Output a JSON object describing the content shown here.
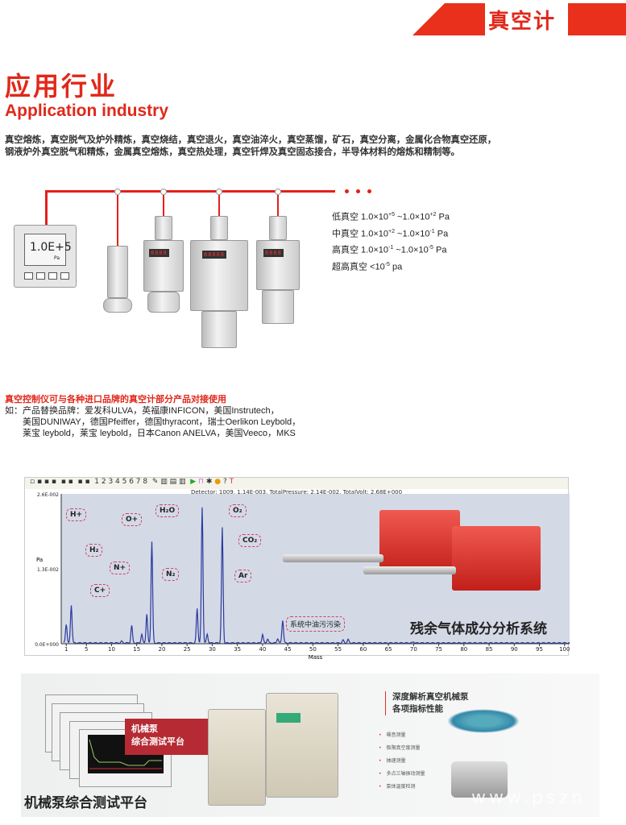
{
  "header": {
    "section_title": "真空计"
  },
  "application": {
    "title_cn": "应用行业",
    "title_en": "Application industry",
    "intro_line1": "真空熔炼，真空脱气及炉外精炼，真空烧结，真空退火，真空油淬火，真空蒸馏，矿石，真空分离，金属化合物真空还原，",
    "intro_line2": "钢液炉外真空脱气和精炼，金属真空熔炼，真空热处理，真空钎焊及真空固态接合，半导体材料的熔炼和精制等。"
  },
  "controller": {
    "display_value": "1.0E+5",
    "display_unit": "Pa"
  },
  "ranges": [
    {
      "label": "低真空",
      "text": "1.0×10",
      "e1": "+5",
      "mid": " ~1.0×10",
      "e2": "+2",
      "unit": " Pa"
    },
    {
      "label": "中真空",
      "text": "1.0×10",
      "e1": "+2",
      "mid": " ~1.0×10",
      "e2": "-1",
      "unit": " Pa"
    },
    {
      "label": "高真空",
      "text": "1.0×10",
      "e1": "-1",
      "mid": " ~1.0×10",
      "e2": "-5",
      "unit": " Pa"
    },
    {
      "label": "超高真空",
      "text": " <10",
      "e1": "-5",
      "mid": "",
      "e2": "",
      "unit": " pa"
    }
  ],
  "compat": {
    "heading": "真空控制仪可与各种进口品牌的真空计部分产品对接使用",
    "line1": "如：产品替换品牌：爱发科ULVA，英福康INFICON，美国Instrutech，",
    "line2": "美国DUNIWAY，德国Pfeiffer，德国thyracont，瑞士Oerlikon Leybold，",
    "line3": "莱宝 leybold，莱宝 leybold，日本Canon ANELVA，美国Veeco，MKS"
  },
  "rga": {
    "toolbar_numbers": "1 2 3 4 5 6 7 8",
    "status": "Detector: 1009, 1.14E-003, TotalPressure: 2.14E-002, TotalVolt: 2.68E+000",
    "system_name": "残余气体成分分析系统",
    "contamination_label": "系统中油污污染",
    "callouts": [
      "H+",
      "H₂",
      "C+",
      "N+",
      "O+",
      "H₂O",
      "N₂",
      "O₂",
      "CO₂",
      "Ar"
    ]
  },
  "chart_data": {
    "type": "line",
    "title": "",
    "xlabel": "Mass",
    "ylabel": "Pa",
    "xlim": [
      0,
      101
    ],
    "ylim": [
      0,
      0.026
    ],
    "y_tick_labels": [
      "0.0E+000",
      "1.3E-002",
      "2.6E-002"
    ],
    "x_ticks": [
      1,
      5,
      10,
      15,
      20,
      25,
      30,
      35,
      40,
      45,
      50,
      55,
      60,
      65,
      70,
      75,
      80,
      85,
      90,
      95,
      100
    ],
    "peaks": [
      {
        "mass": 1,
        "value": 0.0033
      },
      {
        "mass": 2,
        "value": 0.0066
      },
      {
        "mass": 12,
        "value": 0.0003
      },
      {
        "mass": 14,
        "value": 0.003
      },
      {
        "mass": 16,
        "value": 0.0015
      },
      {
        "mass": 17,
        "value": 0.005
      },
      {
        "mass": 18,
        "value": 0.0176
      },
      {
        "mass": 27,
        "value": 0.006
      },
      {
        "mass": 28,
        "value": 0.0235
      },
      {
        "mass": 29,
        "value": 0.0015
      },
      {
        "mass": 32,
        "value": 0.02
      },
      {
        "mass": 40,
        "value": 0.0015
      },
      {
        "mass": 41,
        "value": 0.0007
      },
      {
        "mass": 43,
        "value": 0.0008
      },
      {
        "mass": 44,
        "value": 0.004
      },
      {
        "mass": 56,
        "value": 0.0005
      },
      {
        "mass": 57,
        "value": 0.0006
      },
      {
        "mass": 70,
        "value": 0.0002
      }
    ]
  },
  "pump": {
    "banner_line1": "机械泵",
    "banner_line2": "综合测试平台",
    "title": "机械泵综合测试平台",
    "features_heading1": "深度解析真空机械泵",
    "features_heading2": "各项指标性能",
    "features": [
      "噪音测量",
      "极限真空度测量",
      "抽速测量",
      "多点三轴振动测量",
      "泵体温度检测"
    ],
    "watermark": "www.pszn"
  },
  "colors": {
    "accent": "#e3201b",
    "plot_bg": "#d4d9e6",
    "trace": "#2a3a9e"
  }
}
